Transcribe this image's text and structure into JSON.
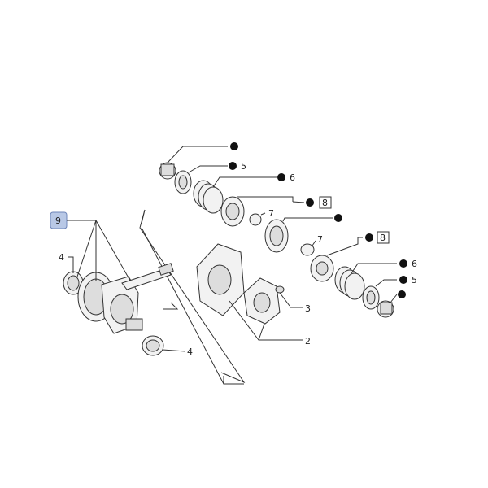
{
  "callouts": {
    "c9": "9",
    "c4a": "4",
    "c4b": "4",
    "c2": "2",
    "c3": "3",
    "c5a": "5",
    "c6a": "6",
    "c7a": "7",
    "c8a": "8",
    "c7b": "7",
    "c8b": "8",
    "c6b": "6",
    "c5b": "5"
  },
  "colors": {
    "highlight_fill": "#b8c8e6",
    "highlight_stroke": "#6d85b8",
    "line": "#333333"
  }
}
